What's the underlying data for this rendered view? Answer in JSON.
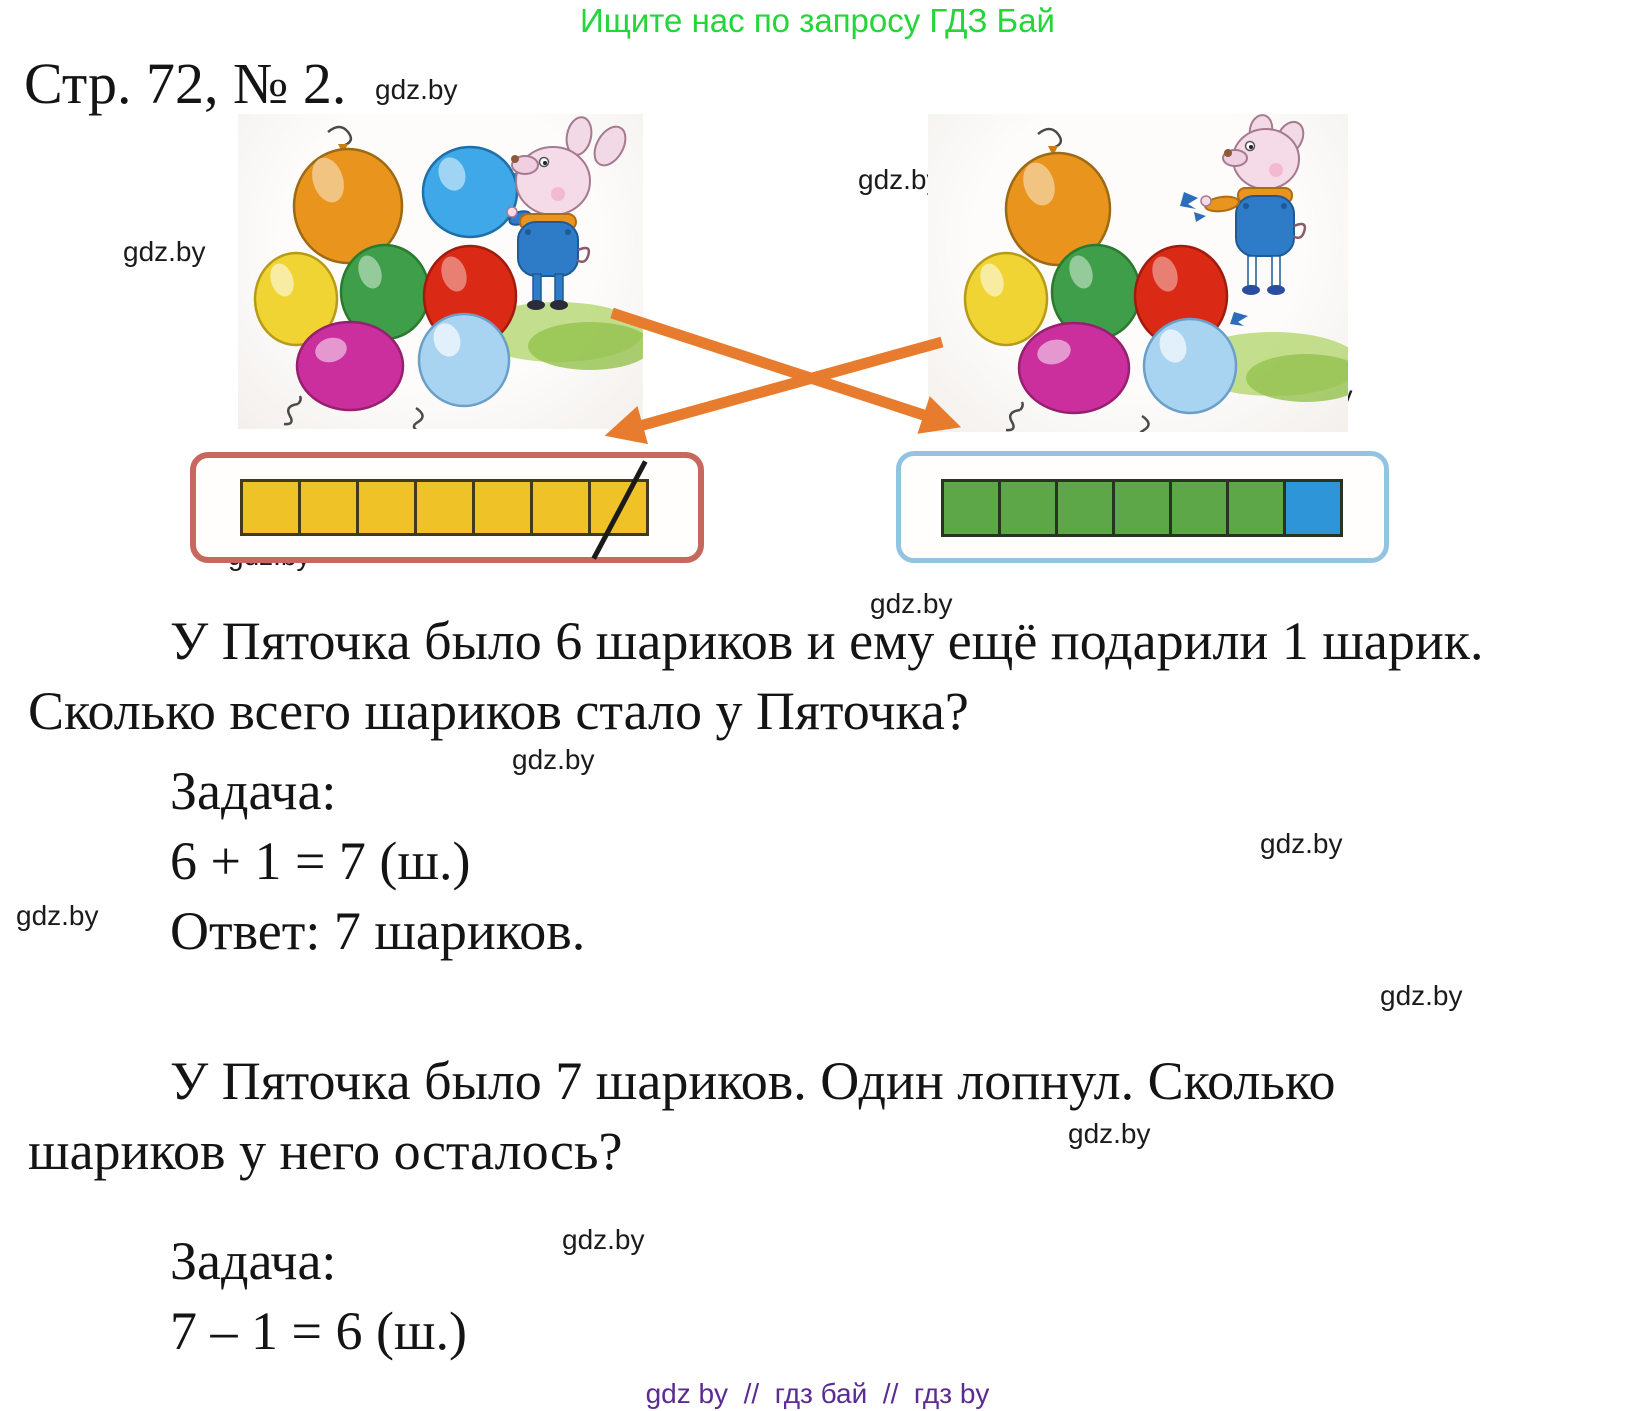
{
  "banner": "Ищите нас по запросу ГДЗ Бай",
  "watermark": "gdz.by",
  "header": {
    "title": "Стр. 72, № 2."
  },
  "problem1": {
    "line1": "У Пяточка было 6 шариков и ему ещё подарили 1 шарик.",
    "line2": "Сколько всего шариков стало у Пяточка?",
    "task_label": "Задача:",
    "equation": "6 + 1 = 7 (ш.)",
    "answer": "Ответ: 7 шариков."
  },
  "problem2": {
    "line1": "У Пяточка было 7 шариков. Один лопнул. Сколько",
    "line2": "шариков у него осталось?",
    "task_label": "Задача:",
    "equation": "7 – 1 = 6 (ш.)"
  },
  "footer": "gdz by  //  гдз бай  //  гдз by",
  "diagram": {
    "arrow_color": "#e87c2e",
    "left_strip": {
      "border_color": "#c7685f",
      "square_color": "#efc228",
      "square_count": 7,
      "crossed_square_index": 6
    },
    "right_strip": {
      "border_color": "#92c4e2",
      "green_color": "#5ea749",
      "green_count": 6,
      "blue_color": "#2e96d8",
      "blue_count": 1
    }
  }
}
